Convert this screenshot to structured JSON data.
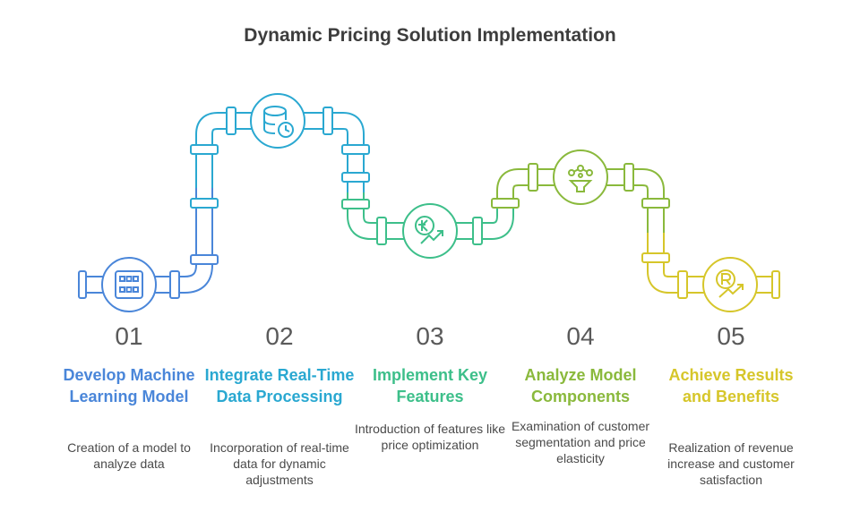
{
  "title": "Dynamic Pricing Solution Implementation",
  "colors": {
    "step1": "#4a86d9",
    "step2": "#2aa8d1",
    "step3": "#3dbf8a",
    "step4": "#8ab93c",
    "step5": "#d6c62a"
  },
  "steps": [
    {
      "number": "01",
      "heading": "Develop Machine Learning Model",
      "description": "Creation of a model to analyze data",
      "icon": "grid-icon"
    },
    {
      "number": "02",
      "heading": "Integrate Real-Time Data Processing",
      "description": "Incorporation of real-time data for dynamic adjustments",
      "icon": "database-clock-icon"
    },
    {
      "number": "03",
      "heading": "Implement Key Features",
      "description": "Introduction of features like price optimization",
      "icon": "currency-growth-icon"
    },
    {
      "number": "04",
      "heading": "Analyze Model Components",
      "description": "Examination of customer segmentation and price elasticity",
      "icon": "funnel-network-icon"
    },
    {
      "number": "05",
      "heading": "Achieve Results and Benefits",
      "description": "Realization of revenue increase and customer satisfaction",
      "icon": "rupee-growth-icon"
    }
  ]
}
